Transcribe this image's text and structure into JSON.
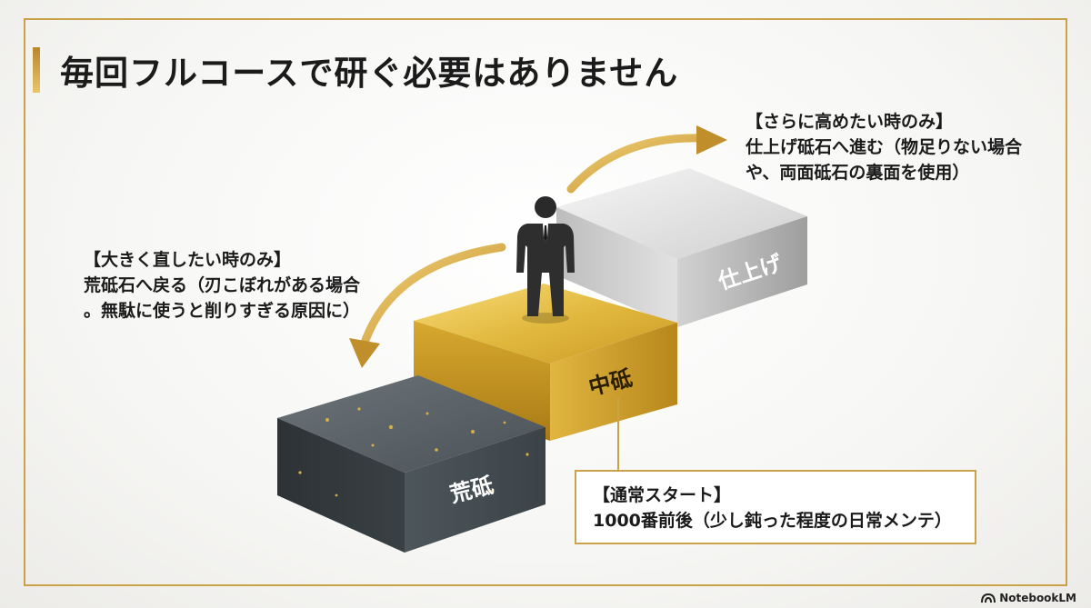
{
  "title": "毎回フルコースで研ぐ必要はありません",
  "notes": {
    "left": {
      "heading": "【大きく直したい時のみ】",
      "line1": "荒砥石へ戻る（刃こぼれがある場合",
      "line2": "。無駄に使うと削りすぎる原因に）"
    },
    "right": {
      "heading": "【さらに高めたい時のみ】",
      "line1": "仕上げ砥石へ進む（物足りない場合",
      "line2": "や、両面砥石の裏面を使用）"
    },
    "callout": {
      "heading": "【通常スタート】",
      "line1": "1000番前後（少し鈍った程度の日常メンテ）"
    }
  },
  "blocks": {
    "rough": "荒砥",
    "medium": "中砥",
    "finish": "仕上げ"
  },
  "brand": "NotebookLM",
  "colors": {
    "gold": "#c9a24a",
    "stone_dark": "#4a5257",
    "gold_block": "#d9b23c",
    "silver_block": "#c8c8c8"
  },
  "icons": [
    "person-icon",
    "arrow-left-curve-icon",
    "arrow-right-curve-icon",
    "notebooklm-logo-icon"
  ]
}
